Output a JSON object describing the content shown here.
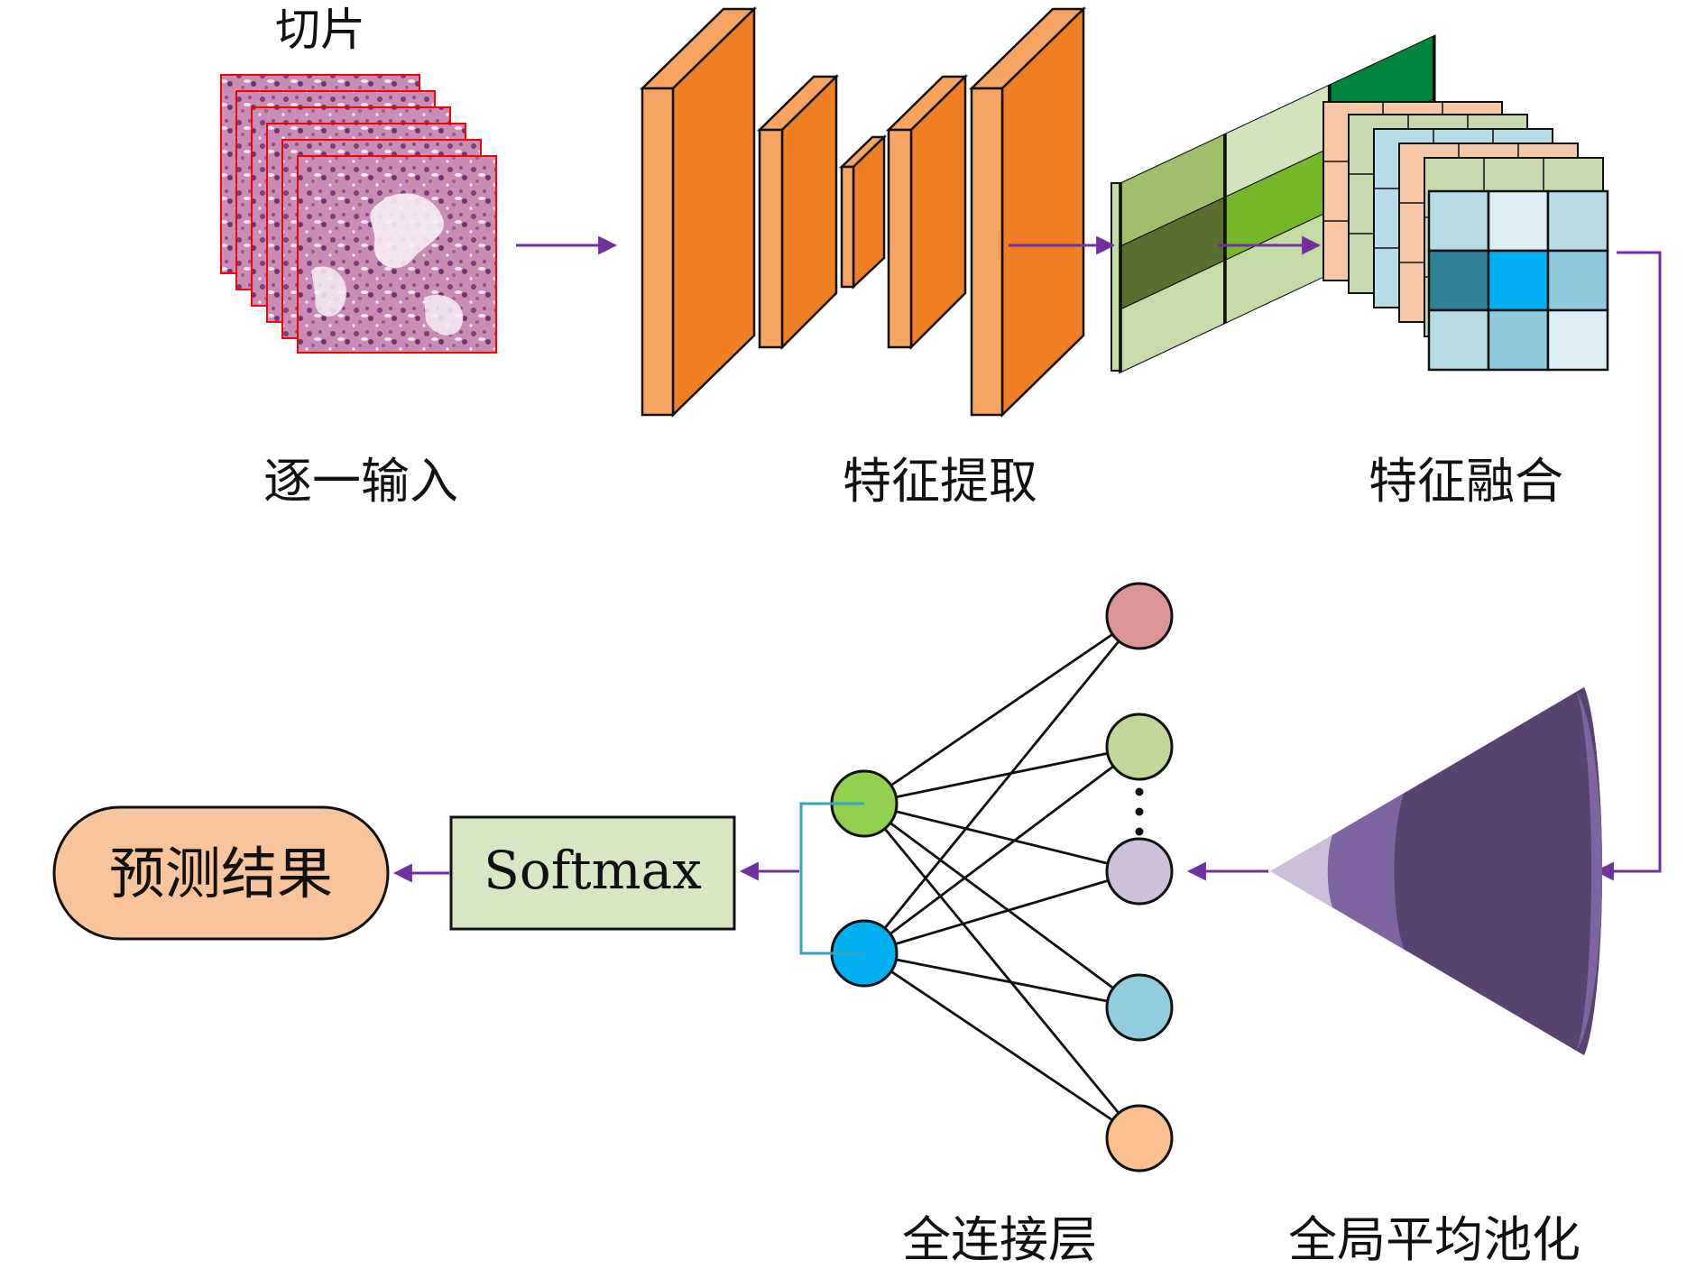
{
  "labels": {
    "slices": "切片",
    "input": "逐一输入",
    "feature_extraction": "特征提取",
    "feature_fusion": "特征融合",
    "fully_connected": "全连接层",
    "global_avg_pooling": "全局平均池化",
    "softmax": "Softmax",
    "prediction": "预测结果"
  },
  "colors": {
    "arrow": "#7030a0",
    "conv_front": "#f07f24",
    "conv_side": "#f5a462",
    "slice_border": "#ff0000",
    "tissue_pink": "#c98cb5",
    "tissue_purple": "#7d3f7a",
    "softmax_fill": "#d9e6c4",
    "prediction_fill": "#f7c49b",
    "pool_dark": "#57436e",
    "pool_mid": "#7e64a0",
    "pool_light": "#cbbfd9",
    "bracket": "#3aa1c0"
  },
  "feature_map_green": [
    "#9fbf6b",
    "#d3e3bd",
    "#00843e",
    "#5b6e30",
    "#76b82a",
    "#a9c680",
    "#c7dbad",
    "#c5dba6",
    "#a7c47f"
  ],
  "feature_map_blue": [
    "#b8dce6",
    "#ddeef4",
    "#b8dce6",
    "#2f8198",
    "#00b0f0",
    "#8fc9db",
    "#b8dce6",
    "#8fc9db",
    "#ddeef4"
  ],
  "fc_input_nodes": [
    {
      "name": "fc-input-node-green",
      "color": "#92d050"
    },
    {
      "name": "fc-input-node-blue",
      "color": "#00b0f0"
    }
  ],
  "fc_output_nodes": [
    {
      "name": "fc-output-node-red",
      "color": "#d99694"
    },
    {
      "name": "fc-output-node-green",
      "color": "#c4d79b"
    },
    {
      "name": "fc-output-node-lavender",
      "color": "#ccc0da"
    },
    {
      "name": "fc-output-node-cyan",
      "color": "#92cddc"
    },
    {
      "name": "fc-output-node-peach",
      "color": "#fac090"
    }
  ],
  "stack_side_colors": [
    "#f7c9a8",
    "#c6d9b0",
    "#b7dde8",
    "#f7c9a8",
    "#c6d9b0"
  ]
}
